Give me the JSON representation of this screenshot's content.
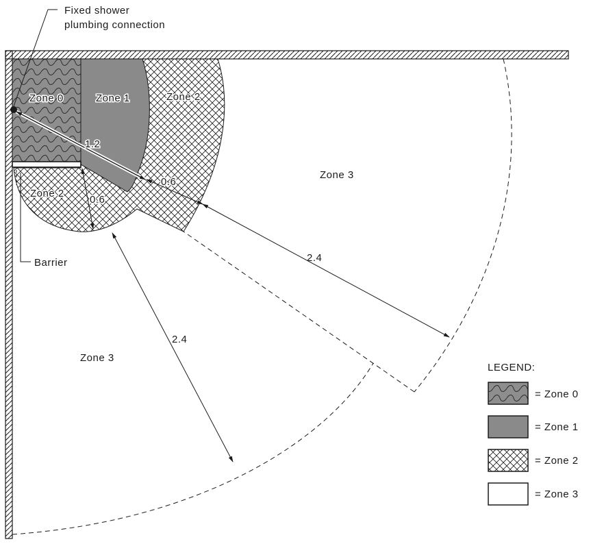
{
  "callouts": {
    "fixed_shower_line1": "Fixed shower",
    "fixed_shower_line2": "plumbing connection",
    "barrier": "Barrier"
  },
  "zones": {
    "zone0": "Zone 0",
    "zone1": "Zone 1",
    "zone2_upper": "Zone 2",
    "zone2_lower": "Zone 2",
    "zone3_right": "Zone 3",
    "zone3_left": "Zone 3"
  },
  "dimensions": {
    "d_1_2": "1.2",
    "d_0_6_upper": "0.6",
    "d_0_6_lower": "0.6",
    "d_2_4_upper": "2.4",
    "d_2_4_lower": "2.4"
  },
  "legend": {
    "title": "LEGEND:",
    "items": [
      {
        "label": "= Zone 0",
        "pattern": "wavy-gray"
      },
      {
        "label": "= Zone 1",
        "pattern": "solid-gray"
      },
      {
        "label": "= Zone 2",
        "pattern": "crosshatch"
      },
      {
        "label": "= Zone 3",
        "pattern": "white"
      }
    ]
  },
  "colors": {
    "zone0_fill": "#8e8e8e",
    "zone1_fill": "#8a8a8a",
    "hatch": "#1a1a1a",
    "line": "#1a1a1a"
  }
}
